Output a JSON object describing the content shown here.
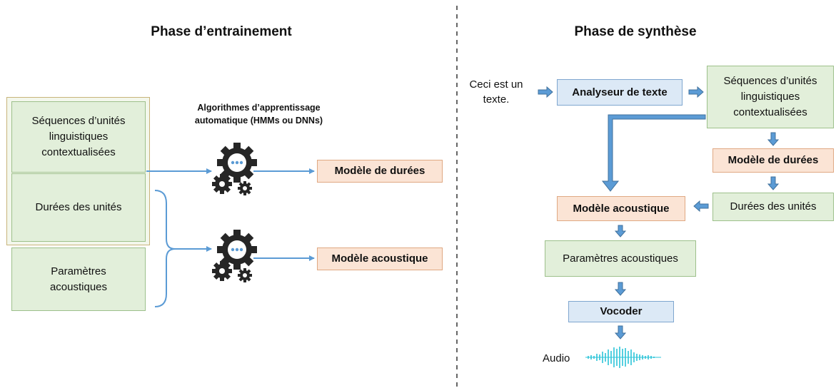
{
  "left_panel": {
    "title": "Phase d’entrainement",
    "box_sequences": "Séquences d’unités linguistiques contextualisées",
    "box_durees": "Durées des unités",
    "box_params": "Paramètres acoustiques",
    "algo_label": "Algorithmes d’apprentissage automatique (HMMs ou DNNs)",
    "out_durees": "Modèle de durées",
    "out_acoustique": "Modèle acoustique"
  },
  "right_panel": {
    "title": "Phase de synthèse",
    "input_text": "Ceci est un texte.",
    "analyseur": "Analyseur de texte",
    "sequences": "Séquences d’unités linguistiques contextualisées",
    "modele_durees": "Modèle de durées",
    "durees_unites": "Durées des unités",
    "modele_acoustique": "Modèle acoustique",
    "parametres": "Paramètres acoustiques",
    "vocoder": "Vocoder",
    "audio_label": "Audio"
  },
  "colors": {
    "green_fill": "#e2efda",
    "blue_fill": "#dce9f6",
    "peach_fill": "#fbe4d5",
    "arrow": "#5b9bd5",
    "gear": "#262626",
    "audio_wave": "#2cc4d8"
  },
  "icons": [
    "gear-icon",
    "audio-waveform-icon"
  ]
}
